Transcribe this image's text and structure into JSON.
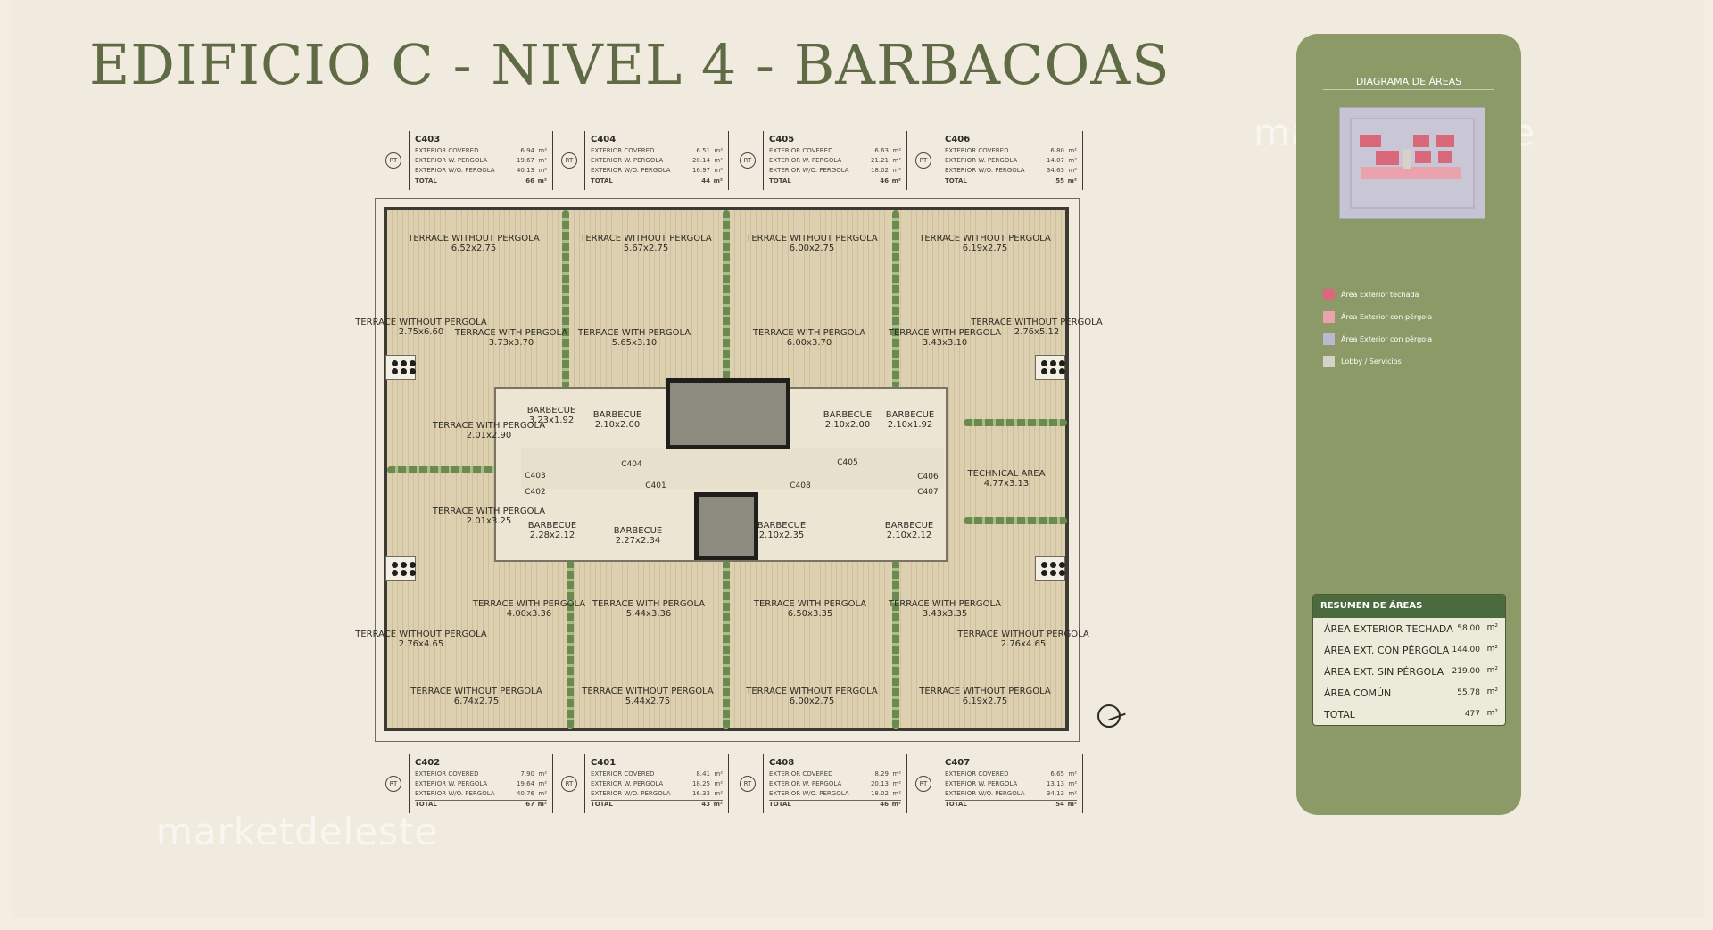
{
  "title": "EDIFICIO C - NIVEL 4 - BARBACOAS",
  "watermark": "marketdeleste",
  "units_top": [
    {
      "code": "C403",
      "rows": [
        [
          "EXTERIOR COVERED",
          "6.94",
          "m²"
        ],
        [
          "EXTERIOR W. PERGOLA",
          "19.67",
          "m²"
        ],
        [
          "EXTERIOR W/O. PERGOLA",
          "40.13",
          "m²"
        ]
      ],
      "total": "66"
    },
    {
      "code": "C404",
      "rows": [
        [
          "EXTERIOR COVERED",
          "6.51",
          "m²"
        ],
        [
          "EXTERIOR W. PERGOLA",
          "20.14",
          "m²"
        ],
        [
          "EXTERIOR W/O. PERGOLA",
          "16.97",
          "m²"
        ]
      ],
      "total": "44"
    },
    {
      "code": "C405",
      "rows": [
        [
          "EXTERIOR COVERED",
          "6.63",
          "m²"
        ],
        [
          "EXTERIOR W. PERGOLA",
          "21.21",
          "m²"
        ],
        [
          "EXTERIOR W/O. PERGOLA",
          "18.02",
          "m²"
        ]
      ],
      "total": "46"
    },
    {
      "code": "C406",
      "rows": [
        [
          "EXTERIOR COVERED",
          "6.80",
          "m²"
        ],
        [
          "EXTERIOR W. PERGOLA",
          "14.07",
          "m²"
        ],
        [
          "EXTERIOR W/O. PERGOLA",
          "34.63",
          "m²"
        ]
      ],
      "total": "55"
    }
  ],
  "units_bottom": [
    {
      "code": "C402",
      "rows": [
        [
          "EXTERIOR COVERED",
          "7.90",
          "m²"
        ],
        [
          "EXTERIOR W. PERGOLA",
          "19.64",
          "m²"
        ],
        [
          "EXTERIOR W/O. PERGOLA",
          "40.76",
          "m²"
        ]
      ],
      "total": "67"
    },
    {
      "code": "C401",
      "rows": [
        [
          "EXTERIOR COVERED",
          "8.41",
          "m²"
        ],
        [
          "EXTERIOR W. PERGOLA",
          "18.25",
          "m²"
        ],
        [
          "EXTERIOR W/O. PERGOLA",
          "16.33",
          "m²"
        ]
      ],
      "total": "43"
    },
    {
      "code": "C408",
      "rows": [
        [
          "EXTERIOR COVERED",
          "8.29",
          "m²"
        ],
        [
          "EXTERIOR W. PERGOLA",
          "20.13",
          "m²"
        ],
        [
          "EXTERIOR W/O. PERGOLA",
          "18.02",
          "m²"
        ]
      ],
      "total": "46"
    },
    {
      "code": "C407",
      "rows": [
        [
          "EXTERIOR COVERED",
          "6.65",
          "m²"
        ],
        [
          "EXTERIOR W. PERGOLA",
          "13.13",
          "m²"
        ],
        [
          "EXTERIOR W/O. PERGOLA",
          "34.13",
          "m²"
        ]
      ],
      "total": "54"
    }
  ],
  "labels": {
    "total": "TOTAL",
    "unit_sq": "m²",
    "rt": "RT"
  },
  "plan": {
    "spaces": [
      {
        "name": "TERRACE WITHOUT PERGOLA",
        "dim": "6.52x2.75"
      },
      {
        "name": "TERRACE WITHOUT PERGOLA",
        "dim": "5.67x2.75"
      },
      {
        "name": "TERRACE WITHOUT PERGOLA",
        "dim": "6.00x2.75"
      },
      {
        "name": "TERRACE WITHOUT PERGOLA",
        "dim": "6.19x2.75"
      },
      {
        "name": "TERRACE WITHOUT PERGOLA",
        "dim": "2.75x6.60"
      },
      {
        "name": "TERRACE WITH PERGOLA",
        "dim": "3.73x3.70"
      },
      {
        "name": "TERRACE WITH PERGOLA",
        "dim": "5.65x3.10"
      },
      {
        "name": "TERRACE WITH PERGOLA",
        "dim": "6.00x3.70"
      },
      {
        "name": "TERRACE WITH PERGOLA",
        "dim": "3.43x3.10"
      },
      {
        "name": "TERRACE WITHOUT PERGOLA",
        "dim": "2.76x5.12"
      },
      {
        "name": "TERRACE WITH PERGOLA",
        "dim": "2.01x2.90"
      },
      {
        "name": "TERRACE WITH PERGOLA",
        "dim": "2.01x3.25"
      },
      {
        "name": "TECHNICAL AREA",
        "dim": "4.77x3.13"
      },
      {
        "name": "TERRACE WITH PERGOLA",
        "dim": "4.00x3.36"
      },
      {
        "name": "TERRACE WITH PERGOLA",
        "dim": "5.44x3.36"
      },
      {
        "name": "TERRACE WITH PERGOLA",
        "dim": "6.50x3.35"
      },
      {
        "name": "TERRACE WITH PERGOLA",
        "dim": "3.43x3.35"
      },
      {
        "name": "TERRACE WITHOUT PERGOLA",
        "dim": "2.76x4.65"
      },
      {
        "name": "TERRACE WITHOUT PERGOLA",
        "dim": "2.76x4.65"
      },
      {
        "name": "TERRACE WITHOUT PERGOLA",
        "dim": "6.74x2.75"
      },
      {
        "name": "TERRACE WITHOUT PERGOLA",
        "dim": "5.44x2.75"
      },
      {
        "name": "TERRACE WITHOUT PERGOLA",
        "dim": "6.00x2.75"
      },
      {
        "name": "TERRACE WITHOUT PERGOLA",
        "dim": "6.19x2.75"
      },
      {
        "name": "BARBECUE",
        "dim": "3.23x1.92"
      },
      {
        "name": "BARBECUE",
        "dim": "2.10x2.00"
      },
      {
        "name": "BARBECUE",
        "dim": "2.10x2.00"
      },
      {
        "name": "BARBECUE",
        "dim": "2.10x1.92"
      },
      {
        "name": "BARBECUE",
        "dim": "2.28x2.12"
      },
      {
        "name": "BARBECUE",
        "dim": "2.27x2.34"
      },
      {
        "name": "BARBECUE",
        "dim": "2.10x2.35"
      },
      {
        "name": "BARBECUE",
        "dim": "2.10x2.12"
      }
    ],
    "doors": [
      "C403",
      "C402",
      "C404",
      "C401",
      "C405",
      "C408",
      "C406",
      "C407"
    ]
  },
  "panel": {
    "title": "DIAGRAMA DE ÁREAS",
    "legend": [
      {
        "label": "Área Exterior techada",
        "color": "#d9697a"
      },
      {
        "label": "Área Exterior con pérgola",
        "color": "#eaa3ac"
      },
      {
        "label": "Área Exterior con pérgola",
        "color": "#bbb8cf"
      },
      {
        "label": "Lobby / Servicios",
        "color": "#d6d2c8"
      }
    ],
    "summary": {
      "header": "RESUMEN DE ÁREAS",
      "rows": [
        {
          "label": "ÁREA EXTERIOR TECHADA",
          "value": "58.00",
          "unit": "m²"
        },
        {
          "label": "ÁREA EXT. CON PÉRGOLA",
          "value": "144.00",
          "unit": "m²"
        },
        {
          "label": "ÁREA EXT. SIN PÉRGOLA",
          "value": "219.00",
          "unit": "m²"
        },
        {
          "label": "ÁREA COMÚN",
          "value": "55.78",
          "unit": "m²"
        },
        {
          "label": "TOTAL",
          "value": "477",
          "unit": "m²"
        }
      ]
    }
  }
}
